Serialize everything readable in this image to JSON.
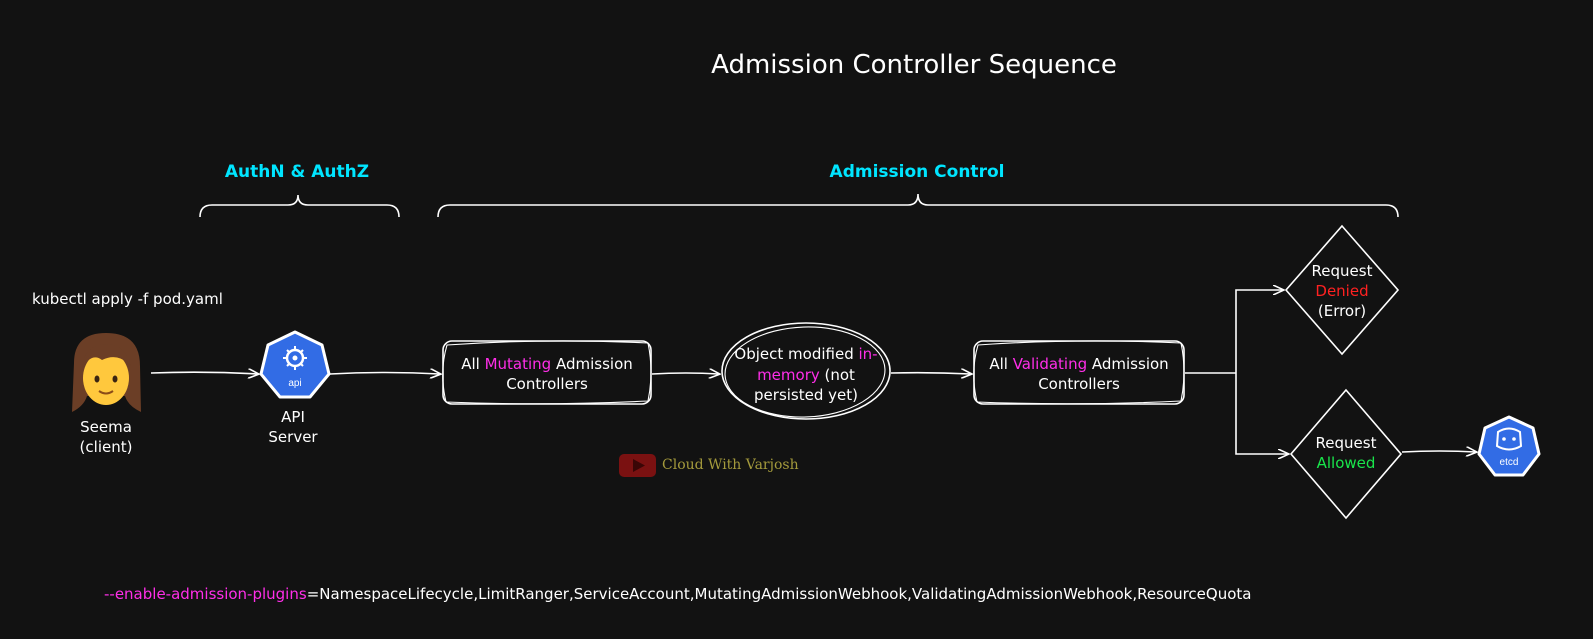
{
  "title": "Admission Controller Sequence",
  "sections": {
    "authn": "AuthN & AuthZ",
    "admission": "Admission Control"
  },
  "command": "kubectl apply -f pod.yaml",
  "client": {
    "name": "Seema",
    "role": "(client)",
    "icon": "woman-emoji-icon"
  },
  "api_server": {
    "line1": "API",
    "line2": "Server",
    "logo_text": "api",
    "icon": "kubernetes-api-icon"
  },
  "mutating": {
    "pre": "All ",
    "highlight": "Mutating",
    "post": " Admission",
    "line2": "Controllers"
  },
  "object_modified": {
    "line1_pre": "Object modified ",
    "line1_highlight": "in-",
    "line2_highlight": "memory",
    "line2_post": " (not",
    "line3": "persisted yet)"
  },
  "validating": {
    "pre": "All ",
    "highlight": "Validating",
    "post": " Admission",
    "line2": "Controllers"
  },
  "denied": {
    "line1": "Request",
    "status": "Denied",
    "line3": "(Error)"
  },
  "allowed": {
    "line1": "Request",
    "status": "Allowed"
  },
  "etcd": {
    "logo_text": "etcd",
    "icon": "etcd-icon"
  },
  "watermark": {
    "text": "Cloud With Varjosh",
    "icon": "youtube-icon"
  },
  "plugins": {
    "flag": "--enable-admission-plugins",
    "value": "=NamespaceLifecycle,LimitRanger,ServiceAccount,MutatingAdmissionWebhook,ValidatingAdmissionWebhook,ResourceQuota"
  },
  "colors": {
    "background": "#121212",
    "section": "#00e5ff",
    "highlight": "#ff2ee8",
    "denied": "#ff2121",
    "allowed": "#19e64b",
    "k8s_blue": "#326ce5"
  }
}
